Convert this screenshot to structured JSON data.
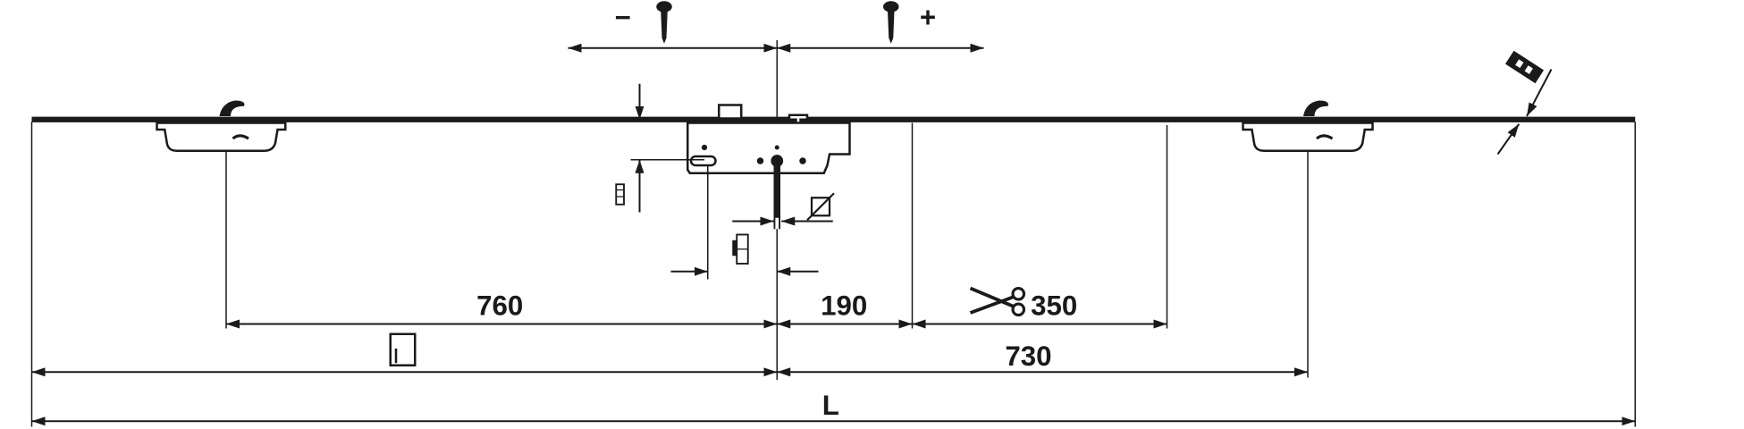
{
  "drawing": {
    "adjust_minus": "−",
    "adjust_plus": "+",
    "dim_keeper_to_center": "760",
    "dim_center_to_cut": "190",
    "dim_cut_range": "350",
    "dim_center_to_right_keeper": "730",
    "dim_total_length": "L",
    "icons": [
      "screw-icon",
      "scissors-icon",
      "door-icon",
      "diameter-icon",
      "thickness-icon"
    ],
    "line_color": "#1a1a1a"
  }
}
